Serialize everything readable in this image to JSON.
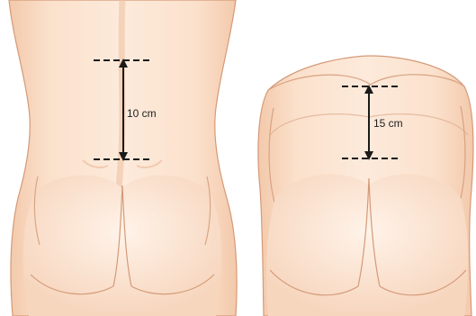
{
  "figures": [
    {
      "id": "standard-back",
      "measurement_label": "10 cm"
    },
    {
      "id": "obese-back",
      "measurement_label": "15 cm"
    }
  ],
  "colors": {
    "skin": "#fbe3cf",
    "skin_shadow": "#f2c8aa",
    "skin_highlight": "#fff1e6",
    "outline": "#c98d6c",
    "line": "#1a1a1a"
  }
}
